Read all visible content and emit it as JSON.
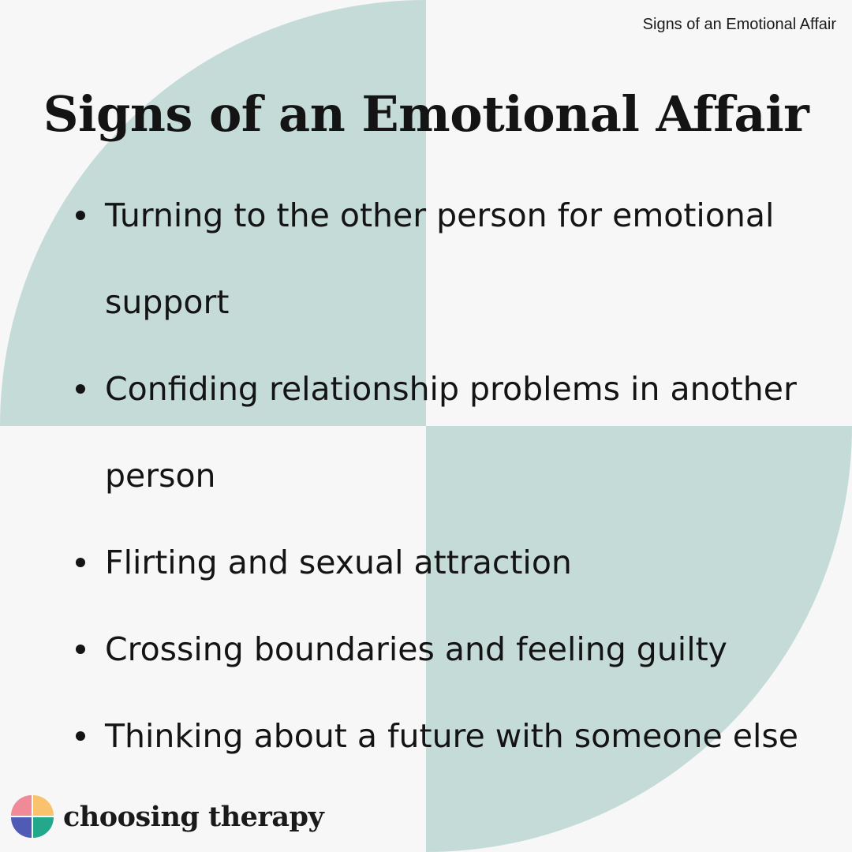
{
  "header": {
    "label": "Signs of an Emotional Affair"
  },
  "title": "Signs of an Emotional Affair",
  "bullets": [
    "Turning to the other person for emotional support",
    "Confiding relationship problems in another person",
    "Flirting and sexual attraction",
    "Crossing boundaries and feeling guilty",
    "Thinking about a future with someone else"
  ],
  "brand": {
    "name": "choosing therapy",
    "logo_icon": "four-petal-logo-icon",
    "logo_colors": [
      "#f08a98",
      "#f9c36e",
      "#4f5bb5",
      "#23a88c"
    ]
  },
  "colors": {
    "background": "#f7f7f7",
    "accent_shape": "#c5dbd8",
    "text": "#141414"
  }
}
